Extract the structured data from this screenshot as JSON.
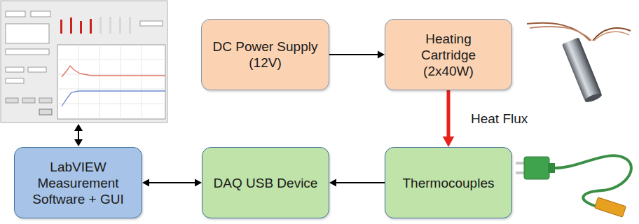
{
  "diagram": {
    "nodes": [
      {
        "text": [
          "DC Power Supply (12V)"
        ]
      },
      {
        "text": [
          "Heating Cartridge (2x40W)"
        ]
      },
      {
        "text": [
          "LabVIEW Measurement Software + GUI"
        ]
      },
      {
        "text": [
          "DAQ USB Device"
        ]
      },
      {
        "text": [
          "Thermocouples"
        ]
      }
    ],
    "edges": [
      {
        "from": 0,
        "to": 1,
        "arrow": "to"
      },
      {
        "from": 1,
        "to": 4,
        "label": "Heat Flux",
        "arrow": "to"
      },
      {
        "from": 4,
        "to": 3,
        "arrow": "to"
      },
      {
        "from": 3,
        "to": 2,
        "arrow": "both"
      }
    ]
  }
}
